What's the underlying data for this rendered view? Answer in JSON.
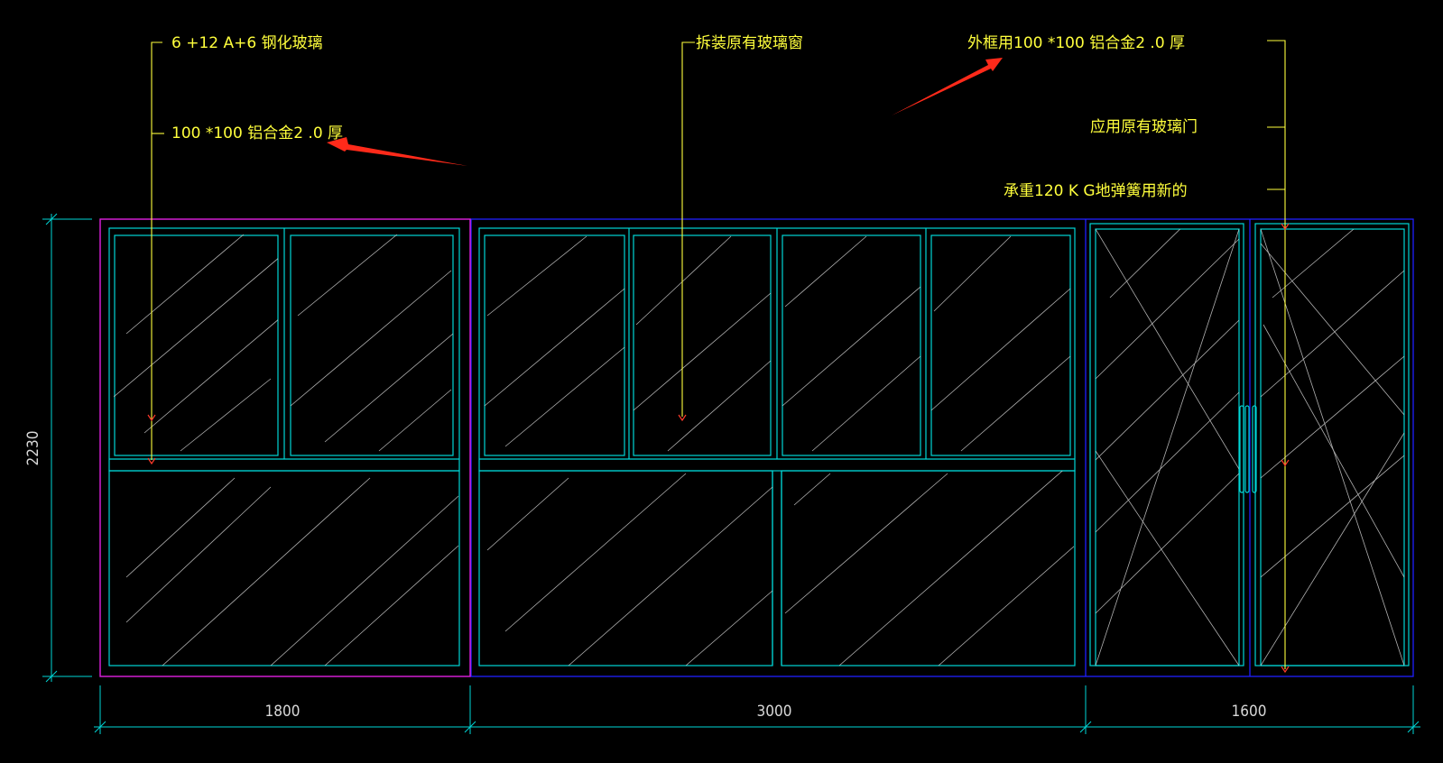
{
  "annotations": {
    "glass_spec": "6 +12 A+6 钢化玻璃",
    "frame_spec": "100 *100 铝合金2 .0 厚",
    "remove_window": "拆装原有玻璃窗",
    "outer_frame": "外框用100 *100 铝合金2 .0 厚",
    "reuse_door": "应用原有玻璃门",
    "floor_spring": "承重120 K G地弹簧用新的"
  },
  "dimensions": {
    "height": "2230",
    "width_left": "1800",
    "width_middle": "3000",
    "width_right": "1600"
  },
  "colors": {
    "background": "#000000",
    "glass_frame": "#00d6d6",
    "left_outline": "#e020e0",
    "outer_outline": "#2020ff",
    "annotation_text": "#ffff3c",
    "arrow": "#ff2a1a"
  }
}
